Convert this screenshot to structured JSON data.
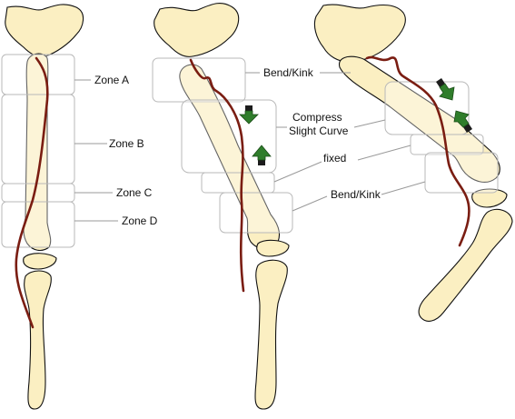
{
  "labels": {
    "zone_a": "Zone A",
    "zone_b": "Zone B",
    "zone_c": "Zone C",
    "zone_d": "Zone D",
    "bend_kink_upper": "Bend/Kink",
    "compress_line1": "Compress",
    "compress_line2": "Slight Curve",
    "fixed": "fixed",
    "bend_kink_lower": "Bend/Kink"
  },
  "colors": {
    "bone_fill": "#fbefc2",
    "artery": "#7a1d12",
    "arrow": "#2f7d2b",
    "zone_box": "#b9b9b9"
  }
}
